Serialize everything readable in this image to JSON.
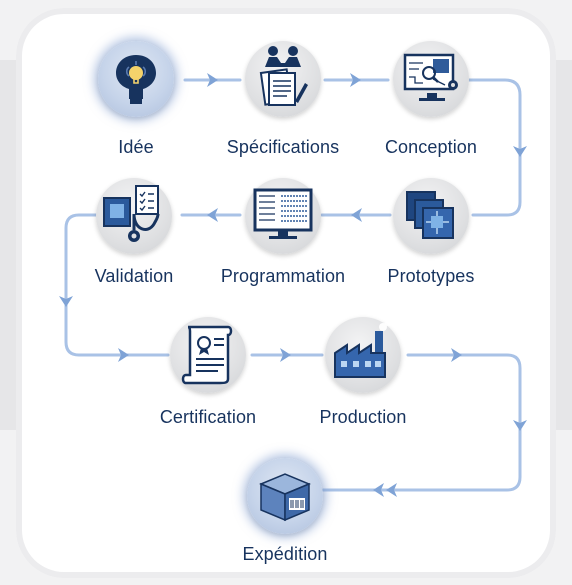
{
  "steps": [
    {
      "label": "Idée",
      "icon": "brain-lightbulb-icon"
    },
    {
      "label": "Spécifications",
      "icon": "handshake-documents-icon"
    },
    {
      "label": "Conception",
      "icon": "schematic-monitor-icon"
    },
    {
      "label": "Prototypes",
      "icon": "circuit-boards-icon"
    },
    {
      "label": "Programmation",
      "icon": "code-monitor-icon"
    },
    {
      "label": "Validation",
      "icon": "stethoscope-board-icon"
    },
    {
      "label": "Certification",
      "icon": "certificate-scroll-icon"
    },
    {
      "label": "Production",
      "icon": "factory-icon"
    },
    {
      "label": "Expédition",
      "icon": "barcode-box-icon"
    }
  ],
  "colors": {
    "navy": "#17335e",
    "flow": "#a9c2e6",
    "arrow": "#7fa3d6",
    "glow": "#7e9bcd"
  }
}
